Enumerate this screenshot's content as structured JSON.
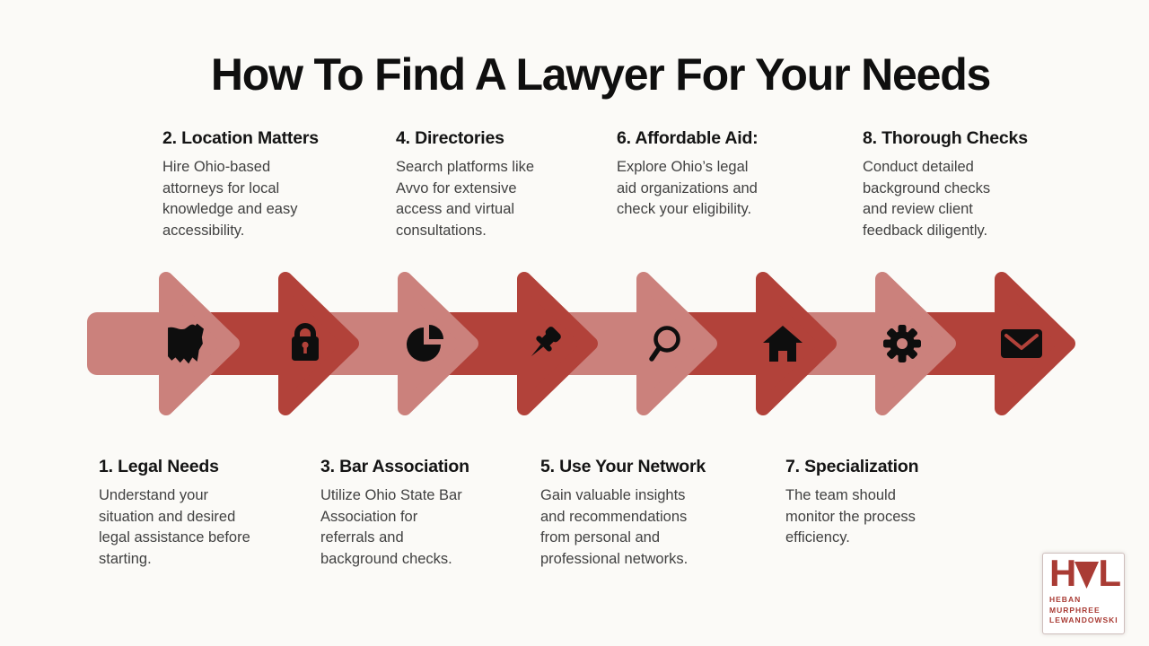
{
  "title": "How To Find A Lawyer For Your Needs",
  "colors": {
    "background": "#fbfaf7",
    "arrow_rose": "#cb817c",
    "arrow_red": "#b2423a",
    "icon_ink": "#0e0e0e",
    "heading_text": "#141414",
    "body_text": "#414141",
    "logo_red": "#a93b34"
  },
  "steps": [
    {
      "heading": "1. Legal Needs",
      "body": "Understand your\nsituation and desired\nlegal assistance before\nstarting.",
      "icon": "ohio-state",
      "arrow": "rose",
      "label_row": "bottom"
    },
    {
      "heading": "2. Location Matters",
      "body": "Hire Ohio-based\nattorneys for local\nknowledge and easy\naccessibility.",
      "icon": "padlock",
      "arrow": "red",
      "label_row": "top"
    },
    {
      "heading": "3. Bar Association",
      "body": "Utilize Ohio State Bar\nAssociation for\nreferrals and\nbackground checks.",
      "icon": "pie-chart",
      "arrow": "rose",
      "label_row": "bottom"
    },
    {
      "heading": "4. Directories",
      "body": "Search platforms like\nAvvo for extensive\naccess and virtual\nconsultations.",
      "icon": "push-pin",
      "arrow": "red",
      "label_row": "top"
    },
    {
      "heading": "5. Use Your Network",
      "body": "Gain valuable insights\nand recommendations\nfrom personal and\nprofessional networks.",
      "icon": "magnifying-glass",
      "arrow": "rose",
      "label_row": "bottom"
    },
    {
      "heading": "6. Affordable Aid:",
      "body": "Explore Ohio’s legal\naid organizations and\ncheck your eligibility.",
      "icon": "house",
      "arrow": "red",
      "label_row": "top"
    },
    {
      "heading": "7. Specialization",
      "body": "The team should\nmonitor the process\nefficiency.",
      "icon": "gear",
      "arrow": "rose",
      "label_row": "bottom"
    },
    {
      "heading": "8. Thorough Checks",
      "body": "Conduct detailed\nbackground checks\nand review client\nfeedback diligently.",
      "icon": "envelope",
      "arrow": "red",
      "label_row": "top"
    }
  ],
  "logo": {
    "monogram_left": "H",
    "monogram_right": "L",
    "lines": [
      "HEBAN",
      "MURPHREE",
      "LEWANDOWSKI"
    ]
  }
}
